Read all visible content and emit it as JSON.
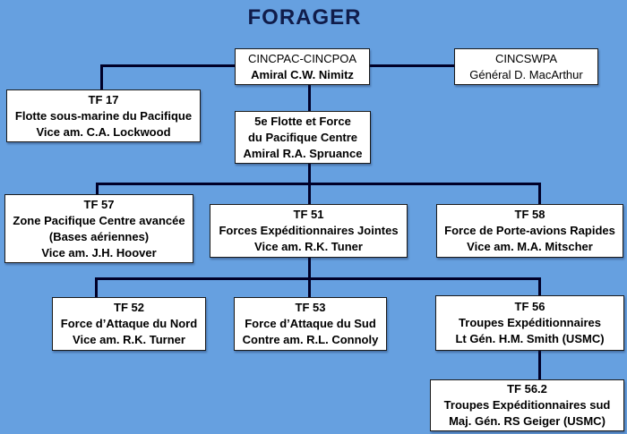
{
  "org": {
    "title": "FORAGER",
    "colors": {
      "background": "#66A0E0",
      "connector": "#000028",
      "box_fill": "#FFFFFF",
      "box_border": "#1B1B1B",
      "title_text": "#101C4A",
      "box_text": "#000000"
    },
    "nodes": [
      {
        "id": "cincpac",
        "parent": null,
        "lines": [
          "CINCPAC-CINCPOA",
          "Amiral C.W. Nimitz"
        ]
      },
      {
        "id": "cincswpa",
        "parent": "cincpac",
        "lines": [
          "CINCSWPA",
          "Général D. MacArthur"
        ]
      },
      {
        "id": "tf17",
        "parent": "cincpac",
        "lines": [
          "TF 17",
          "Flotte sous-marine du Pacifique",
          "Vice am. C.A. Lockwood"
        ]
      },
      {
        "id": "fleet5",
        "parent": "cincpac",
        "lines": [
          "5e Flotte et Force",
          "du Pacifique Centre",
          "Amiral R.A. Spruance"
        ]
      },
      {
        "id": "tf57",
        "parent": "fleet5",
        "lines": [
          "TF 57",
          "Zone Pacifique Centre avancée",
          "(Bases aériennes)",
          "Vice am. J.H. Hoover"
        ]
      },
      {
        "id": "tf51",
        "parent": "fleet5",
        "lines": [
          "TF 51",
          "Forces Expéditionnaires Jointes",
          "Vice am. R.K. Tuner"
        ]
      },
      {
        "id": "tf58",
        "parent": "fleet5",
        "lines": [
          "TF 58",
          "Force de Porte-avions Rapides",
          "Vice am. M.A. Mitscher"
        ]
      },
      {
        "id": "tf52",
        "parent": "tf51",
        "lines": [
          "TF 52",
          "Force d’Attaque du Nord",
          "Vice am. R.K. Turner"
        ]
      },
      {
        "id": "tf53",
        "parent": "tf51",
        "lines": [
          "TF 53",
          "Force d’Attaque du Sud",
          "Contre am. R.L. Connoly"
        ]
      },
      {
        "id": "tf56",
        "parent": "tf51",
        "lines": [
          "TF 56",
          "Troupes Expéditionnaires",
          "Lt Gén. H.M. Smith (USMC)"
        ]
      },
      {
        "id": "tf562",
        "parent": "tf56",
        "lines": [
          "TF 56.2",
          "Troupes Expéditionnaires sud",
          "Maj. Gén. RS Geiger (USMC)"
        ]
      }
    ]
  }
}
